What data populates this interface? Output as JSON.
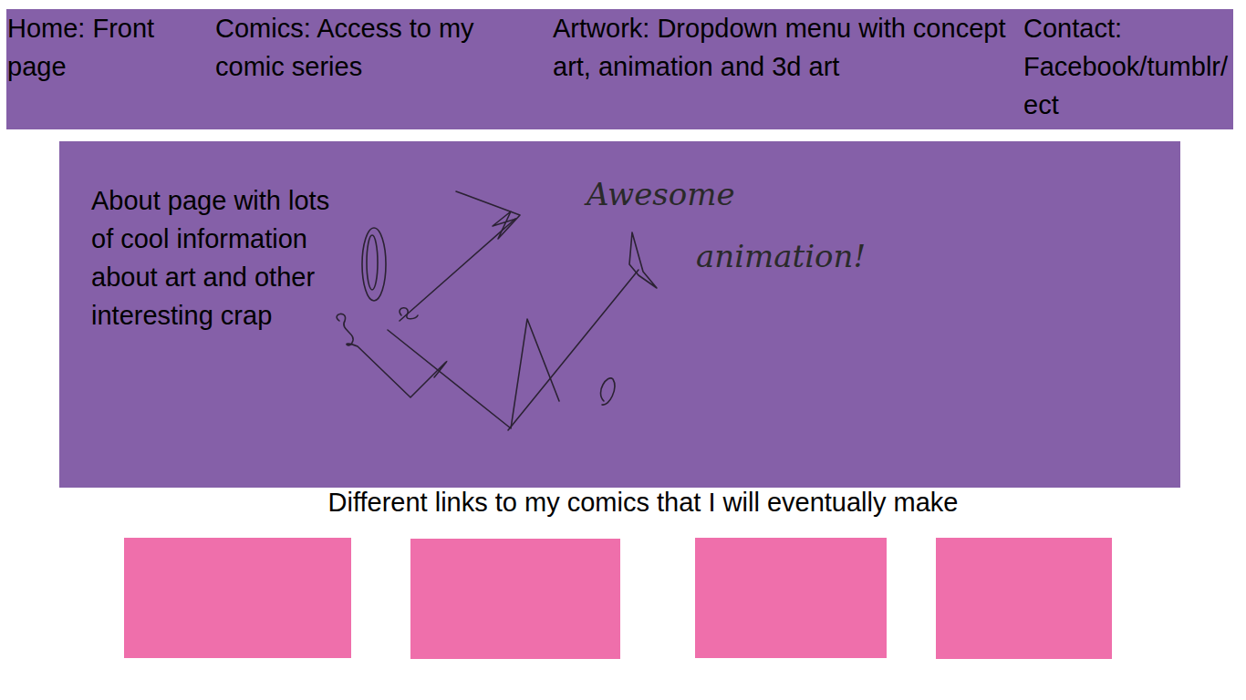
{
  "diagram": {
    "nodes": [
      {
        "text": [
          "Home: Front page",
          "Comics: Access to my comic series",
          "Artwork: Dropdown menu with concept art, animation and 3d art",
          "Contact: Facebook/tumblr/ect"
        ]
      },
      {
        "text": [
          "About page with lots of cool information about art and other interesting crap",
          "Awesome animation!"
        ]
      }
    ],
    "labels": [
      "Different links to my comics that I will eventually make"
    ]
  }
}
